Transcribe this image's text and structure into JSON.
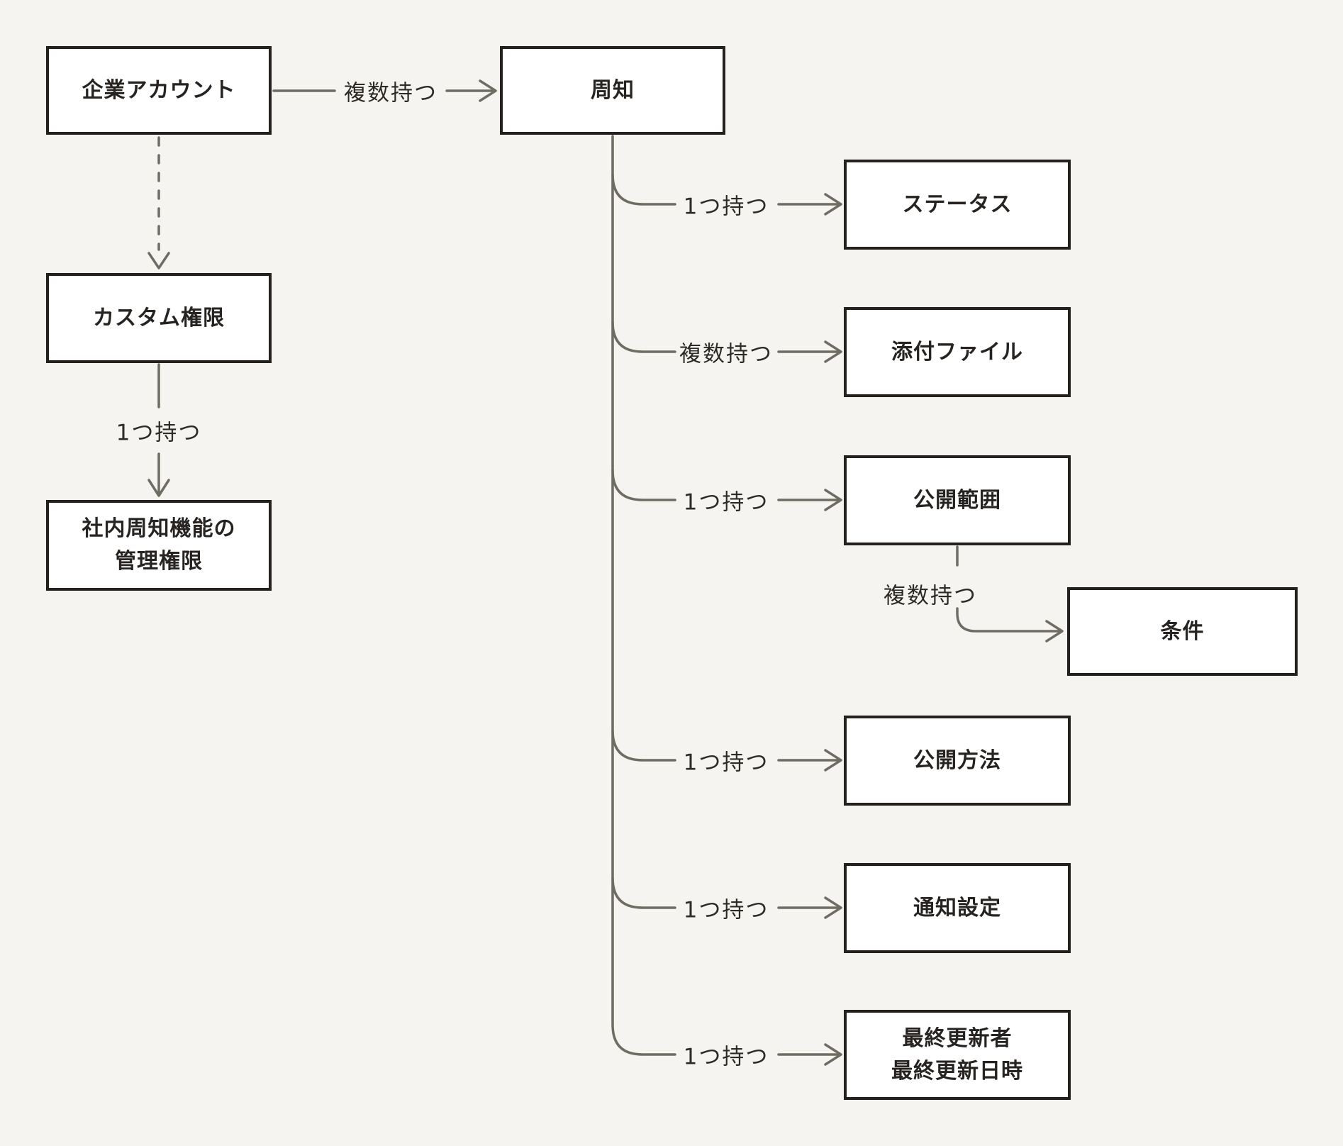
{
  "diagram": {
    "nodes": {
      "company_account": {
        "label": "企業アカウント"
      },
      "announcement": {
        "label": "周知"
      },
      "custom_permission": {
        "label": "カスタム権限"
      },
      "internal_admin_permission": {
        "line1": "社内周知機能の",
        "line2": "管理権限"
      },
      "status": {
        "label": "ステータス"
      },
      "attachments": {
        "label": "添付ファイル"
      },
      "publish_scope": {
        "label": "公開範囲"
      },
      "condition": {
        "label": "条件"
      },
      "publish_method": {
        "label": "公開方法"
      },
      "notification_settings": {
        "label": "通知設定"
      },
      "last_updated": {
        "line1": "最終更新者",
        "line2": "最終更新日時"
      }
    },
    "edge_labels": {
      "company_to_announcement": "複数持つ",
      "custom_to_internal": "1つ持つ",
      "announcement_to_status": "1つ持つ",
      "announcement_to_attachments": "複数持つ",
      "announcement_to_publish_scope": "1つ持つ",
      "publish_scope_to_condition": "複数持つ",
      "announcement_to_publish_method": "1つ持つ",
      "announcement_to_notification_settings": "1つ持つ",
      "announcement_to_last_updated": "1つ持つ"
    },
    "colors": {
      "background": "#f5f4f1",
      "box_fill": "#ffffff",
      "box_border": "#24211d",
      "line": "#6f6c64",
      "text": "#262320"
    }
  }
}
